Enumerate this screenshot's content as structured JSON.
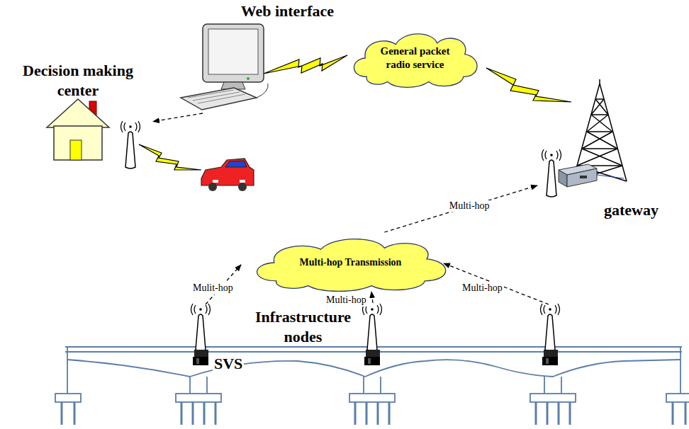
{
  "diagram": {
    "nodes": [
      {
        "text": [
          "Web interface"
        ]
      },
      {
        "text": [
          "Decision making center"
        ]
      },
      {
        "text": [
          "General packet radio service"
        ]
      },
      {
        "text": [
          "gateway"
        ]
      },
      {
        "text": [
          "Multi-hop Transmission"
        ]
      }
    ],
    "edges": [
      {
        "from": 0,
        "to": 1,
        "arrow": "to"
      },
      {
        "from": 4,
        "to": 3,
        "label": "Multi-hop",
        "arrow": "to"
      }
    ],
    "labels": [
      "Mulit-hop",
      "Multi-hop",
      "Multi-hop",
      "Infrastructure nodes",
      "SVS"
    ]
  }
}
